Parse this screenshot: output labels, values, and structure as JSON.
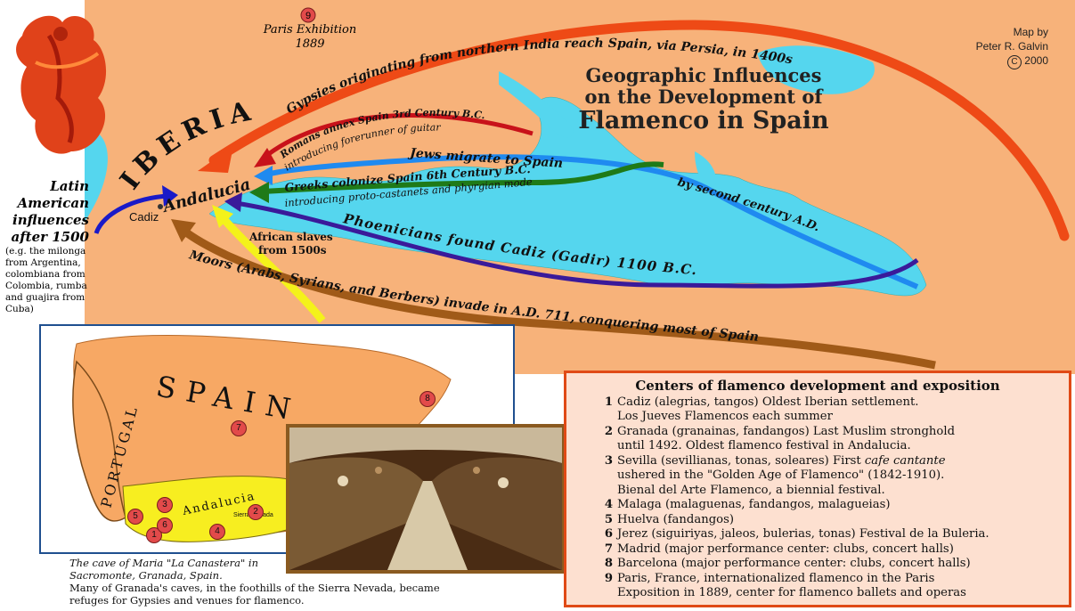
{
  "header": {
    "credit_line1": "Map by",
    "credit_line2": "Peter R. Galvin",
    "credit_line3": "2000",
    "copyright_symbol": "C",
    "title_line1": "Geographic Influences",
    "title_line2": "on the Development of",
    "title_line3": "Flamenco in Spain"
  },
  "paris": {
    "marker": "9",
    "label": "Paris Exhibition",
    "year": "1889"
  },
  "regions": {
    "iberia": "IBERIA",
    "andalucia": "Andalucia",
    "cadiz": "Cadiz"
  },
  "arrows": {
    "gypsies": "Gypsies originating from northern India reach Spain, via Persia, in 1400s",
    "romans_1": "Romans annex Spain 3rd Century B.C.",
    "romans_2": "introducing forerunner of guitar",
    "jews_1": "Jews migrate to Spain",
    "jews_2": "by second century A.D.",
    "greeks_1": "Greeks colonize Spain 6th Century B.C.",
    "greeks_2": "introducing proto-castanets and phyrgian mode",
    "phoenicians": "Phoenicians found Cadiz (Gadir) 1100 B.C.",
    "african_1": "African slaves",
    "african_2": "from 1500s",
    "moors": "Moors (Arabs, Syrians, and Berbers) invade in A.D. 711, conquering most of Spain"
  },
  "latin": {
    "line1": "Latin",
    "line2": "American",
    "line3": "influences",
    "line4": "after 1500",
    "detail": "(e.g. the milonga from Argentina, colombiana from Colombia, rumba and guajira from Cuba)"
  },
  "inset": {
    "spain": "SPAIN",
    "portugal": "PORTUGAL",
    "andalucia": "Andalucia",
    "sierra": "Sierra Nevada",
    "markers": [
      "1",
      "2",
      "3",
      "4",
      "5",
      "6",
      "7",
      "8"
    ]
  },
  "caption": {
    "line1": "The cave of Maria \"La Canastera\" in",
    "line2": "Sacromonte, Granada, Spain.",
    "line3": "Many of Granada's caves, in the foothills of the Sierra Nevada, became",
    "line4": "refuges for Gypsies and venues for flamenco."
  },
  "legend": {
    "title": "Centers of flamenco development and exposition",
    "items": [
      {
        "num": "1",
        "text": "Cadiz (alegrias, tangos) Oldest Iberian settlement.",
        "text2": "Los Jueves Flamencos each summer"
      },
      {
        "num": "2",
        "text": "Granada (granainas, fandangos) Last Muslim stronghold",
        "text2": "until 1492. Oldest flamenco festival in Andalucia."
      },
      {
        "num": "3",
        "text_a": "Sevilla (sevillianas, tonas, soleares) First ",
        "text_em": "cafe cantante",
        "text2": "ushered in the \"Golden Age of Flamenco\" (1842-1910).",
        "text3": "Bienal del Arte Flamenco, a biennial festival."
      },
      {
        "num": "4",
        "text": "Malaga (malaguenas, fandangos, malagueias)"
      },
      {
        "num": "5",
        "text": "Huelva (fandangos)"
      },
      {
        "num": "6",
        "text": "Jerez (siguiriyas, jaleos, bulerias, tonas) Festival de la Buleria."
      },
      {
        "num": "7",
        "text": "Madrid (major performance center: clubs, concert halls)"
      },
      {
        "num": "8",
        "text": "Barcelona (major performance center: clubs, concert halls)"
      },
      {
        "num": "9",
        "text": "Paris, France, internationalized flamenco in the Paris",
        "text2": "Exposition in 1889, center for flamenco ballets and operas"
      }
    ]
  },
  "colors": {
    "land": "#f7b27a",
    "sea": "#55d6ee",
    "gypsy": "#ee4a16",
    "roman": "#c8121a",
    "jews": "#1f8af0",
    "greeks": "#1f7a18",
    "phoenician": "#3a1a9a",
    "african": "#f4f21a",
    "moors": "#a05a18",
    "latin": "#1a1ac8",
    "legend_border": "#e04a16",
    "inset_border": "#1f4f8f"
  }
}
